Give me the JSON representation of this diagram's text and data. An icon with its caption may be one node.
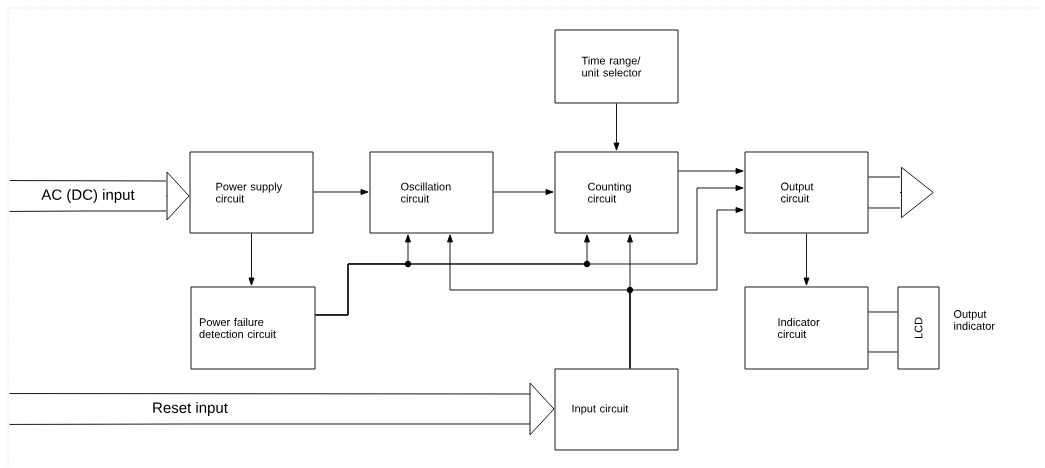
{
  "diagram": {
    "nodes": [
      {
        "text": [
          "Time range/ unit selector"
        ]
      },
      {
        "text": [
          "AC (DC) input"
        ]
      },
      {
        "text": [
          "Power supply circuit"
        ]
      },
      {
        "text": [
          "Oscillation circuit"
        ]
      },
      {
        "text": [
          "Counting circuit"
        ]
      },
      {
        "text": [
          "Output circuit"
        ]
      },
      {
        "text": [
          "Power failure detection circuit"
        ]
      },
      {
        "text": [
          "Indicator circuit"
        ]
      },
      {
        "text": [
          "LCD"
        ],
        "beside": [
          "Output indicator"
        ]
      },
      {
        "text": [
          "Reset input"
        ]
      },
      {
        "text": [
          "Input circuit"
        ]
      }
    ],
    "edges": [
      {
        "from": 1,
        "to": 2,
        "arrow": "to"
      },
      {
        "from": 2,
        "to": 3,
        "arrow": "to"
      },
      {
        "from": 3,
        "to": 4,
        "arrow": "to"
      },
      {
        "from": 0,
        "to": 4,
        "arrow": "to"
      },
      {
        "from": 4,
        "to": 5,
        "arrow": "to"
      },
      {
        "from": 2,
        "to": 6,
        "arrow": "to"
      },
      {
        "from": 6,
        "to": 3,
        "arrow": "to"
      },
      {
        "from": 6,
        "to": 4,
        "arrow": "to"
      },
      {
        "from": 6,
        "to": 5,
        "arrow": "to"
      },
      {
        "from": 10,
        "to": 4,
        "arrow": "to"
      },
      {
        "from": 10,
        "to": 3,
        "arrow": "to"
      },
      {
        "from": 10,
        "to": 5,
        "arrow": "to"
      },
      {
        "from": 5,
        "to": 7,
        "arrow": "to"
      },
      {
        "from": 5,
        "to": null,
        "arrow": "to"
      },
      {
        "from": 7,
        "to": 8,
        "arrow": "none"
      },
      {
        "from": 7,
        "to": 8,
        "arrow": "none"
      },
      {
        "from": 9,
        "to": 10,
        "arrow": "to"
      }
    ]
  }
}
